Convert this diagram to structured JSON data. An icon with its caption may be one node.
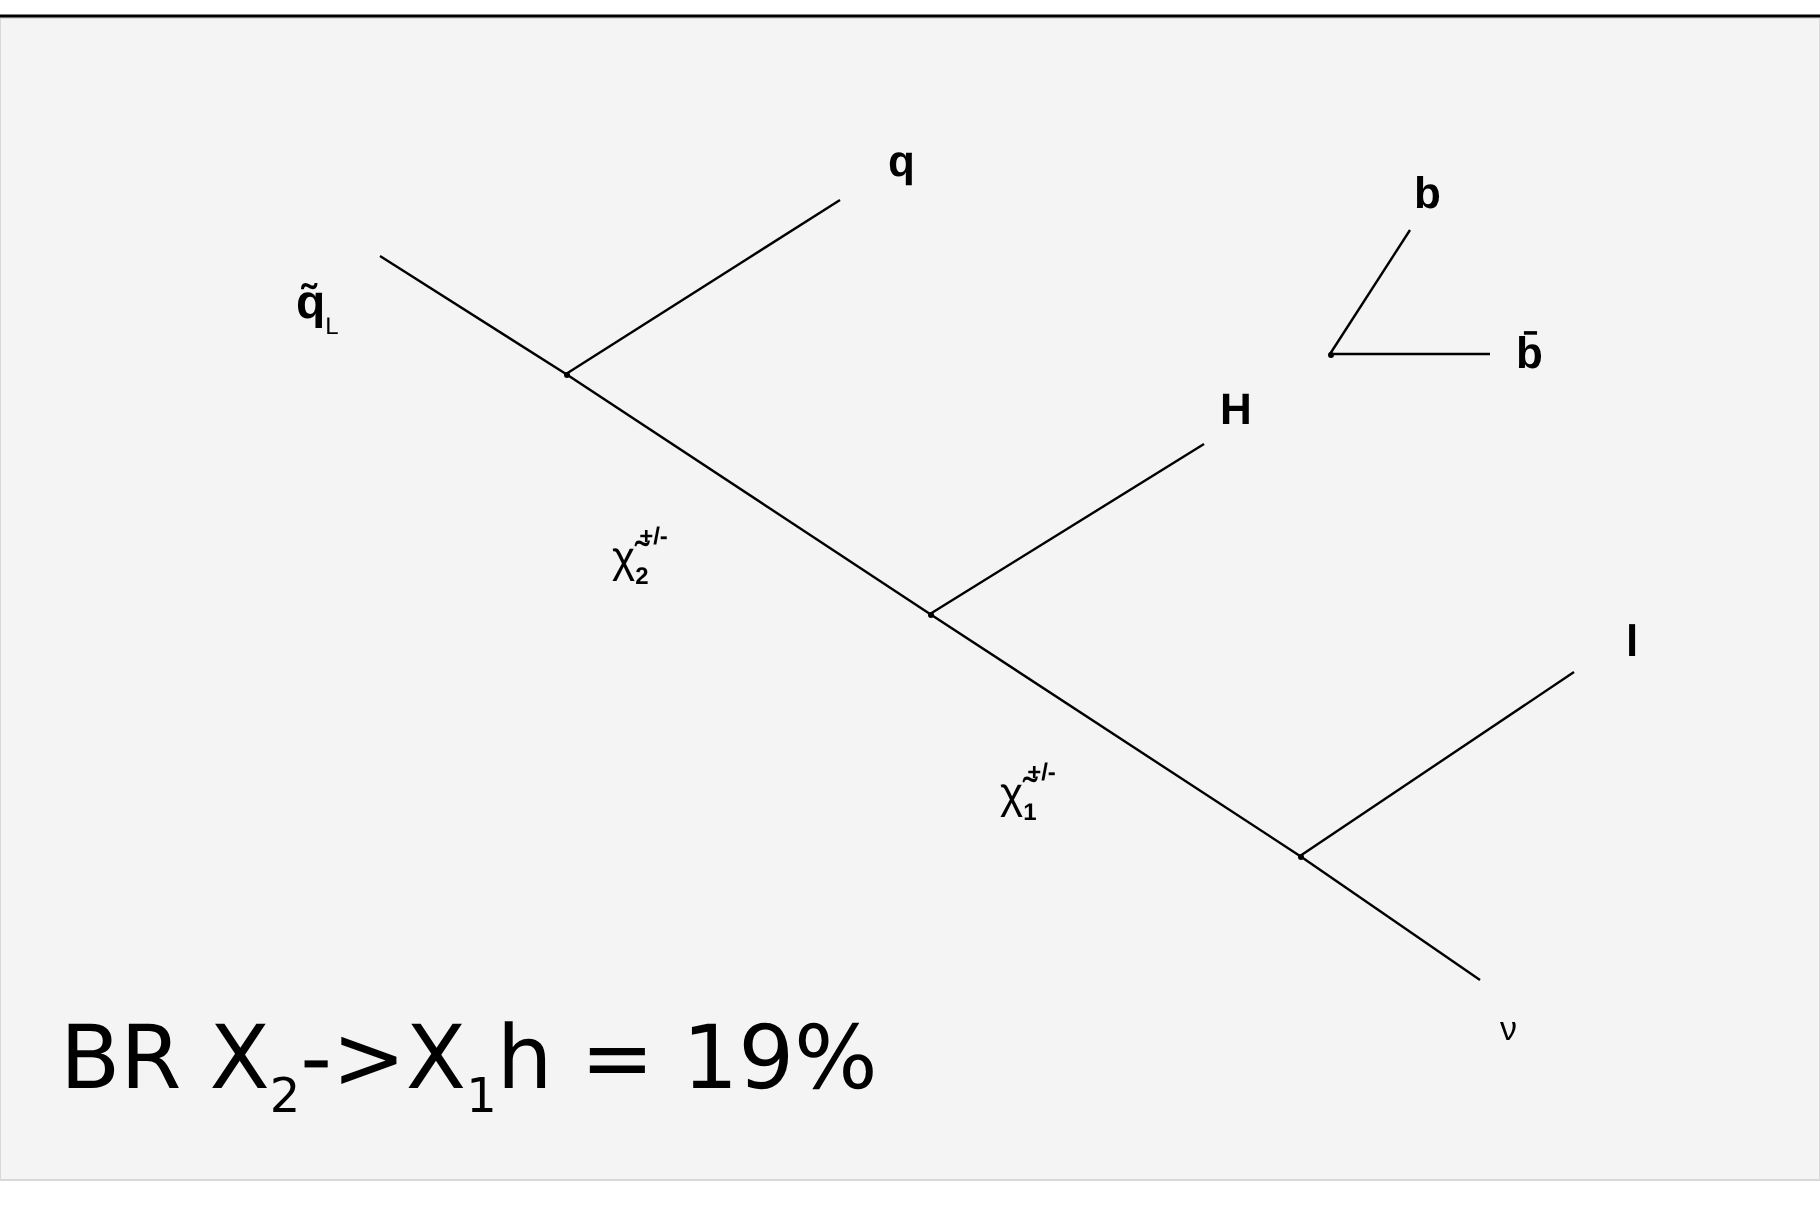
{
  "diagram": {
    "nodes": [
      {
        "text": [
          "q̃$_{L}$"
        ]
      },
      {
        "text": [
          "q"
        ]
      },
      {
        "text": [
          "H"
        ]
      },
      {
        "text": [
          "b"
        ]
      },
      {
        "text": [
          "b̄"
        ]
      },
      {
        "text": [
          "l"
        ]
      },
      {
        "text": [
          "ν"
        ]
      },
      {
        "text": [],
        "shape": "point"
      },
      {
        "text": [],
        "shape": "point"
      },
      {
        "text": [],
        "shape": "point"
      },
      {
        "text": [],
        "shape": "point"
      }
    ],
    "edges": [
      {
        "from": 0,
        "to": 7,
        "arrow": "none"
      },
      {
        "from": 7,
        "to": 1,
        "arrow": "none"
      },
      {
        "from": 7,
        "to": 8,
        "arrow": "none",
        "label": "χ̃$_{2}$$^{+/-}$"
      },
      {
        "from": 8,
        "to": 2,
        "arrow": "none"
      },
      {
        "from": 8,
        "to": 9,
        "arrow": "none",
        "label": "χ̃$_{1}$$^{+/-}$"
      },
      {
        "from": 9,
        "to": 5,
        "arrow": "none"
      },
      {
        "from": 9,
        "to": 6,
        "arrow": "none"
      },
      {
        "from": 10,
        "to": 3,
        "arrow": "none"
      },
      {
        "from": 10,
        "to": 4,
        "arrow": "none"
      }
    ],
    "labels": [
      "BR X$_{2}$->X$_{1}$h = 19%"
    ]
  }
}
